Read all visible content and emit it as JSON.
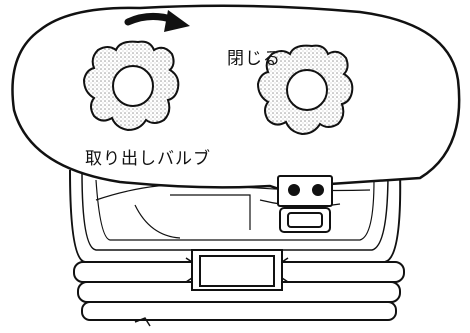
{
  "labels": {
    "close": "閉じる",
    "drain_valve": "取り出しバルブ"
  },
  "colors": {
    "line": "#111111",
    "knob_stipple": "#bdbdbd",
    "background": "#ffffff"
  },
  "icons": {
    "rotation_arrow": "curved-arrow-clockwise"
  }
}
